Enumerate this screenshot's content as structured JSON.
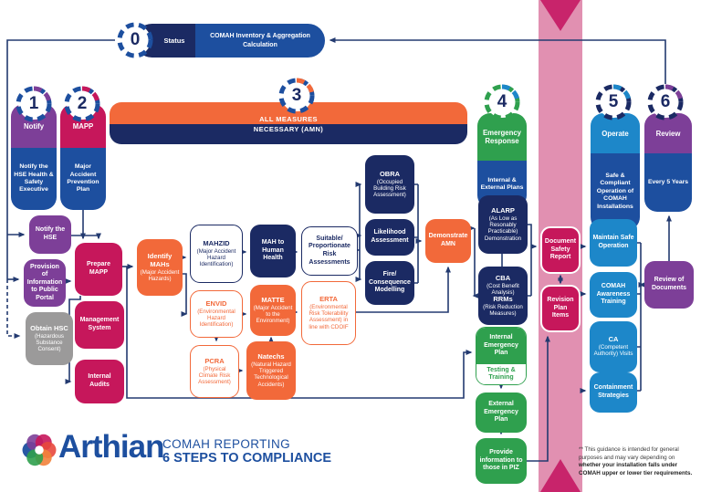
{
  "palette": {
    "navy": "#1b2a63",
    "blue": "#1d4f9f",
    "orange": "#f2693a",
    "magenta": "#c6175b",
    "purple": "#7d3f98",
    "green": "#2fa04e",
    "light_blue": "#1d87c9",
    "grey": "#9b9a9a",
    "pink_band": "#e190b1",
    "pink_arrow": "#c8246b"
  },
  "steps": {
    "s0": {
      "num": "0",
      "label": "Status",
      "body": "COMAH Inventory & Aggregation Calculation"
    },
    "s1": {
      "num": "1",
      "header": "Notify",
      "body": "Notify the HSE Health & Safety Executive"
    },
    "s2": {
      "num": "2",
      "header": "MAPP",
      "body": "Major Accident Prevention Plan"
    },
    "s3": {
      "num": "3",
      "line1": "ALL MEASURES",
      "line2": "NECESSARY (AMN)"
    },
    "s4": {
      "num": "4",
      "header": "Emergency Response",
      "body": "Internal & External Plans"
    },
    "s5": {
      "num": "5",
      "header": "Operate",
      "body": "Safe & Compliant Operation of COMAH Installations"
    },
    "s6": {
      "num": "6",
      "header": "Review",
      "body": "Every 5 Years"
    }
  },
  "nodes": {
    "notify_hse": {
      "text": "Notify the HSE"
    },
    "provision": {
      "text": "Provision of Information to Public Portal"
    },
    "obtain_hsc": {
      "title": "Obtain HSC",
      "sub": "(Hazardous Substance Consent)"
    },
    "prepare_mapp": {
      "text": "Prepare MAPP"
    },
    "management_system": {
      "text": "Management System"
    },
    "internal_audits": {
      "text": "Internal Audits"
    },
    "identify_mahs": {
      "title": "Identify MAHs",
      "sub": "(Major Accident Hazards)"
    },
    "mahzid": {
      "title": "MAHZID",
      "sub": "(Major Accident Hazard Identification)"
    },
    "mah_human_health": {
      "text": "MAH to Human Health"
    },
    "suitable_risk": {
      "text": "Suitable/ Proportionate Risk Assessments"
    },
    "envid": {
      "title": "ENVID",
      "sub": "(Environmental Hazard Identification)"
    },
    "matte": {
      "title": "MATTE",
      "sub": "(Major Accident to the Environment)"
    },
    "erta": {
      "title": "ERTA",
      "sub": "(Environmental Risk Tolerability Assessment) in line with CDOIF"
    },
    "pcra": {
      "title": "PCRA",
      "sub": "(Physical Climate Risk Assessment)"
    },
    "natechs": {
      "title": "Natechs",
      "sub": "(Natural Hazard Triggered Technological Accidents)"
    },
    "obra": {
      "title": "OBRA",
      "sub": "(Occupied Building Risk Assessment)"
    },
    "likelihood": {
      "text": "Likelihood Assessment"
    },
    "fire_modelling": {
      "text": "Fire/ Consequence Modelling"
    },
    "demonstrate_amn": {
      "text": "Demonstrate AMN"
    },
    "alarp": {
      "title": "ALARP",
      "sub": "(As Low as Resonably Practicable) Demonstration"
    },
    "cba": {
      "title": "CBA",
      "sub": "(Cost Benefit Analysis)",
      "title2": "RRMs",
      "sub2": "(Risk Reduction Measures)"
    },
    "doc_safety_report": {
      "text": "Document Safety Report"
    },
    "revision_plan_items": {
      "text": "Revision Plan Items"
    },
    "internal_ep": {
      "text": "Internal Emergency Plan",
      "sub_box": "Testing & Training"
    },
    "external_ep": {
      "text": "External Emergency Plan"
    },
    "piz": {
      "text": "Provide information to those in PIZ"
    },
    "maintain_safe": {
      "text": "Maintain Safe Operation"
    },
    "comah_training": {
      "text": "COMAH Awareness Training"
    },
    "ca_visits": {
      "title": "CA",
      "sub": "(Competent Authority) Visits"
    },
    "containment": {
      "text": "Containment Strategies"
    },
    "review_documents": {
      "text": "Review of Documents"
    }
  },
  "footer": {
    "brand": "Arthian",
    "line1": "COMAH REPORTING",
    "line2": "6 STEPS TO COMPLIANCE"
  },
  "footnote": {
    "l1": "** This guidance is intended for general",
    "l2": "purposes and may vary depending on",
    "l3": "whether your installation falls under",
    "l4": "COMAH upper or lower tier requirements."
  }
}
